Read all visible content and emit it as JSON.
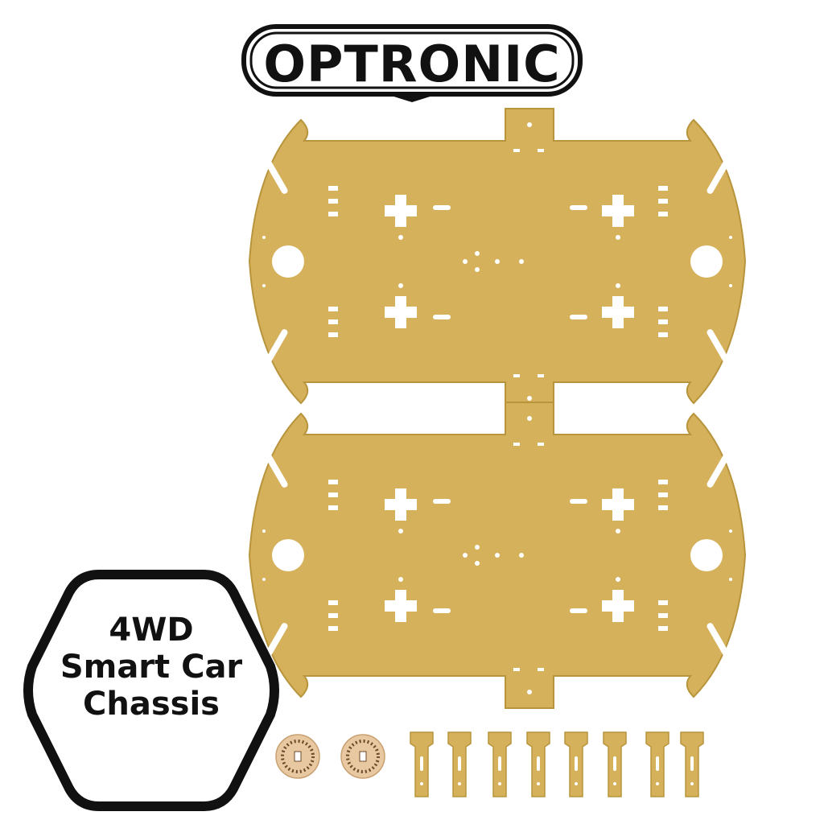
{
  "logo": {
    "text": "OPTRONIC",
    "color": "#111111"
  },
  "badge": {
    "line1": "4WD",
    "line2": "Smart Car",
    "line3": "Chassis"
  },
  "colors": {
    "acrylic": "#d4b15a",
    "acrylic_edge": "#b8953d",
    "hole": "#ffffff",
    "disc": "#e8c8a0"
  }
}
